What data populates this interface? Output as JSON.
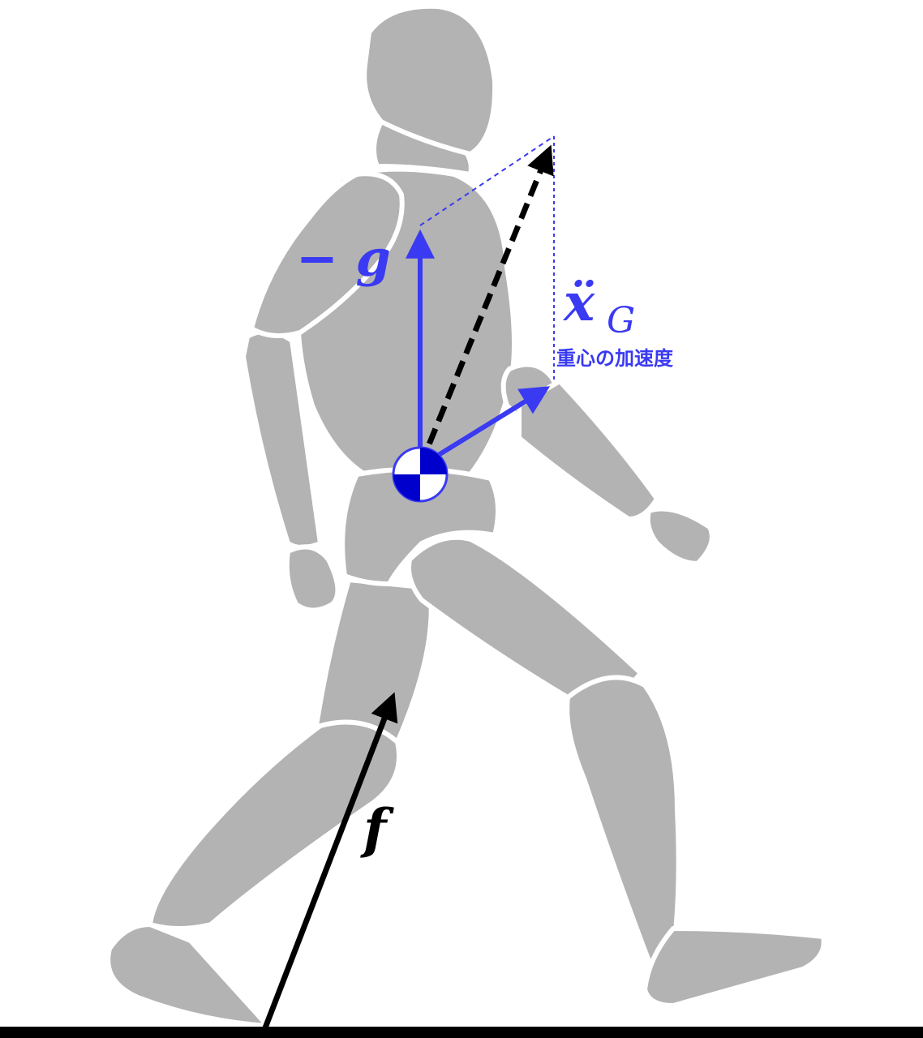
{
  "colors": {
    "body": "#b3b3b3",
    "seam": "#ffffff",
    "accent": "#3a3af2",
    "ink": "#000000",
    "ground": "#000000"
  },
  "labels": {
    "minus_g": "− g",
    "accel_symbol": "ẍ",
    "accel_subscript": "G",
    "accel_caption": "重心の加速度",
    "force_symbol": "f"
  },
  "icons": {
    "com_marker": "center-of-mass-icon"
  }
}
